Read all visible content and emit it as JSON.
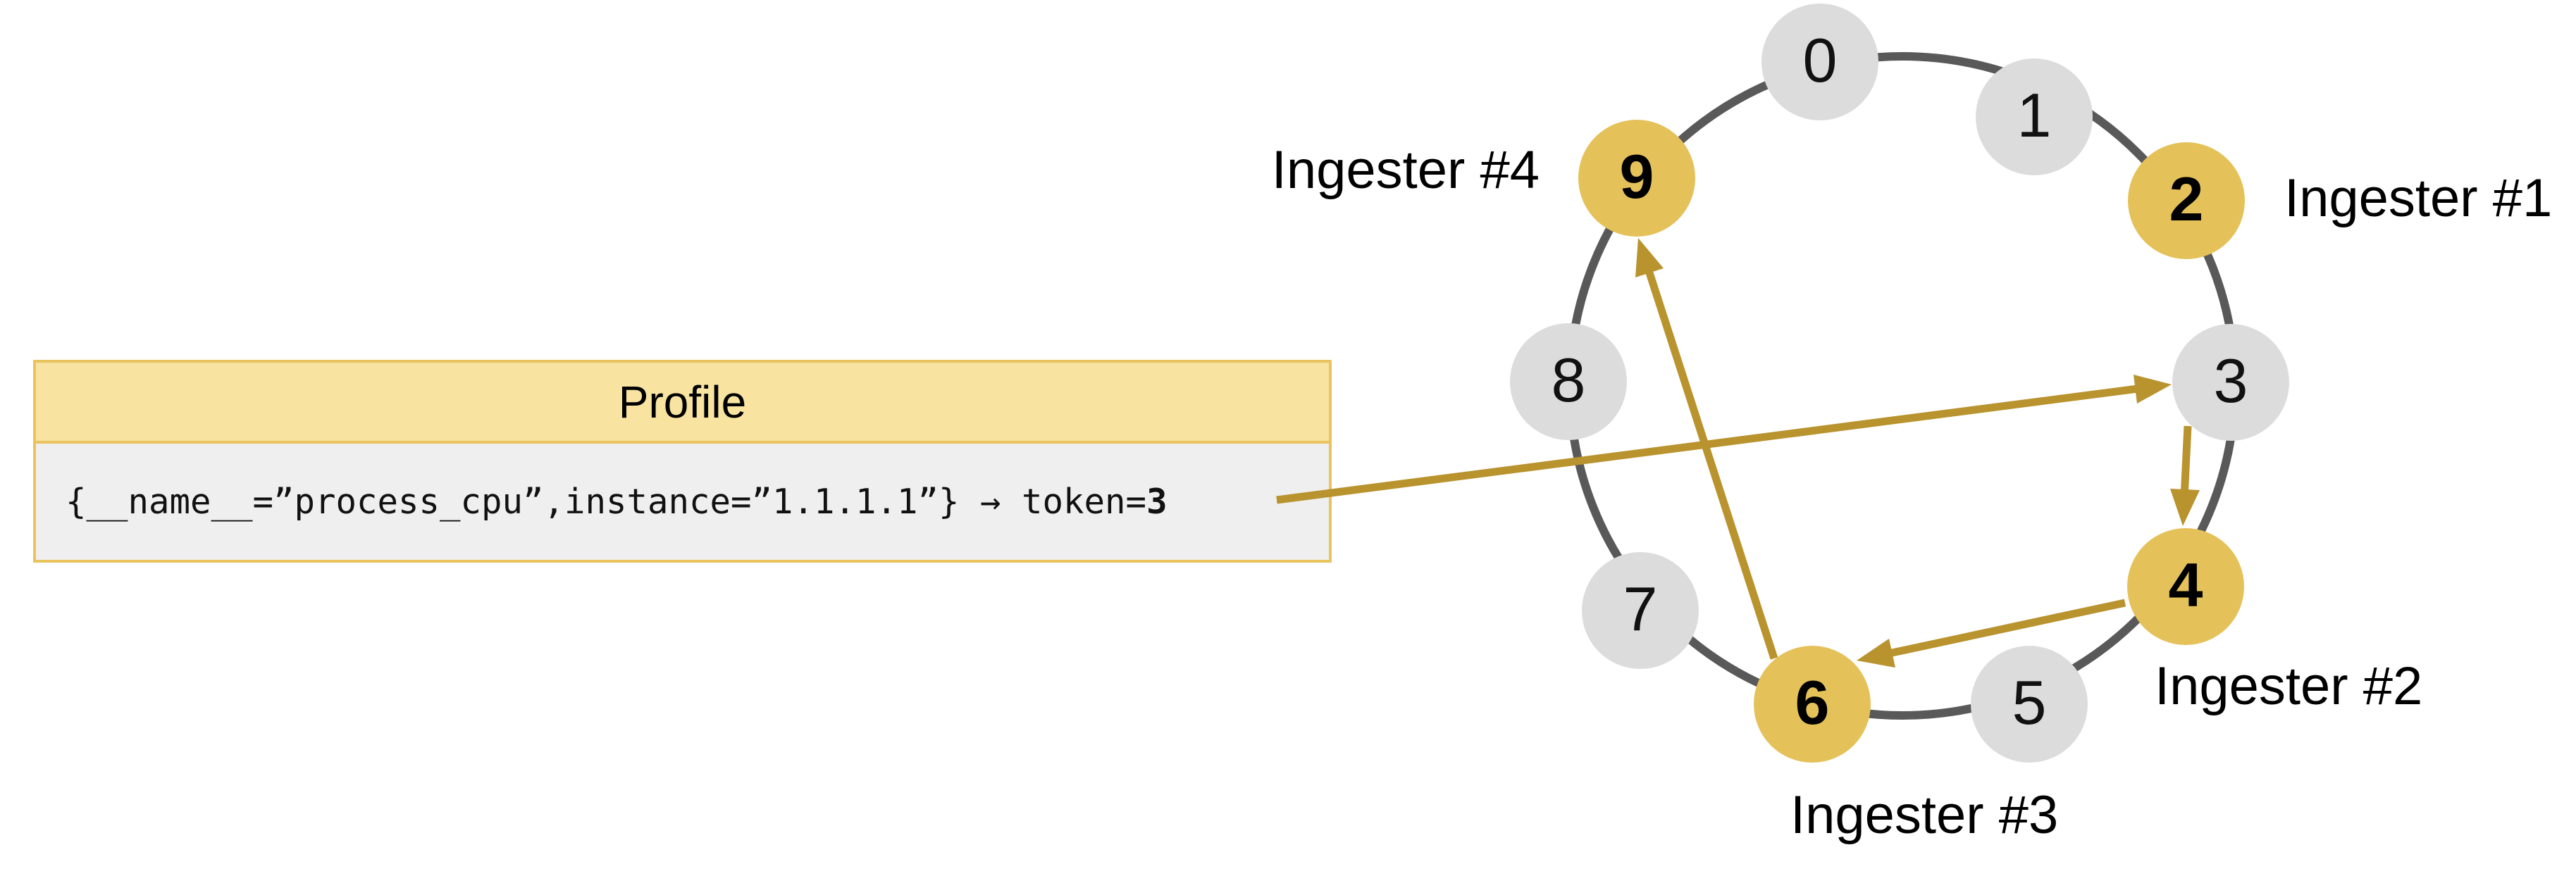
{
  "profile_card": {
    "title": "Profile",
    "series_selector": "{__name__=”process_cpu”,instance=”1.1.1.1”}",
    "maps_to_arrow": " → ",
    "token_prefix": "token=",
    "token_value": "3"
  },
  "ring": {
    "nodes": [
      {
        "token": "0",
        "owned": false
      },
      {
        "token": "1",
        "owned": false
      },
      {
        "token": "2",
        "owned": true,
        "ingester": "Ingester #1"
      },
      {
        "token": "3",
        "owned": false
      },
      {
        "token": "4",
        "owned": true,
        "ingester": "Ingester #2"
      },
      {
        "token": "5",
        "owned": false
      },
      {
        "token": "6",
        "owned": true,
        "ingester": "Ingester #3"
      },
      {
        "token": "7",
        "owned": false
      },
      {
        "token": "8",
        "owned": false
      },
      {
        "token": "9",
        "owned": true,
        "ingester": "Ingester #4"
      }
    ],
    "arrows": [
      {
        "from": "profile-card",
        "to": "token-3"
      },
      {
        "from": "token-3",
        "to": "token-4"
      },
      {
        "from": "token-4",
        "to": "token-6"
      },
      {
        "from": "token-6",
        "to": "token-9"
      }
    ]
  },
  "colors": {
    "node_owned": "#E5C15A",
    "node_plain": "#DCDCDC",
    "ring_stroke": "#595959",
    "arrow_gold": "#B8932E",
    "card_border": "#E9C35E",
    "card_header_bg": "#F8E3A1",
    "card_body_bg": "#EFEFEF",
    "text": "#000000"
  }
}
